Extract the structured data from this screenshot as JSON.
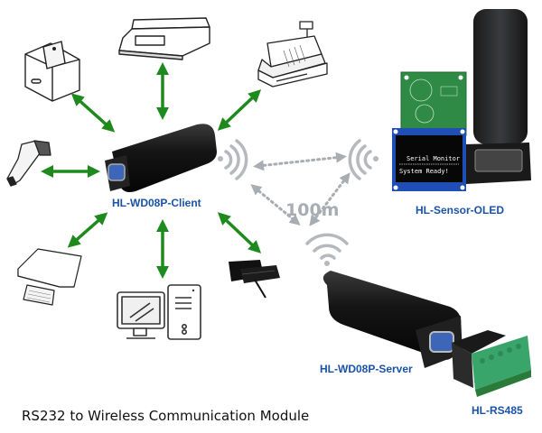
{
  "caption": "RS232 to Wireless Communication Module",
  "range_label": "100m",
  "colors": {
    "link_arrow": "#1e8a1e",
    "wireless_arrow": "#a8adb3",
    "label_text": "#1a53a8",
    "device_black": "#111111",
    "pcb_green": "#2f8a45",
    "oled_blue": "#1f4fb5",
    "terminal_green": "#3aa56a"
  },
  "devices": {
    "client": {
      "label": "HL-WD08P-Client",
      "icon": "usb-rs232-dongle"
    },
    "server": {
      "label": "HL-WD08P-Server",
      "icon": "usb-rs232-dongle"
    },
    "sensor_oled": {
      "label": "HL-Sensor-OLED",
      "icon": "sensor-board-with-oled",
      "screen_lines": [
        "Serial Monitor",
        "System Ready!"
      ]
    },
    "rs485": {
      "label": "HL-RS485",
      "icon": "rs485-terminal-adapter"
    }
  },
  "peripherals": [
    {
      "name": "receipt-printer",
      "icon": "printer-icon"
    },
    {
      "name": "digital-scale",
      "icon": "scale-icon"
    },
    {
      "name": "cash-register",
      "icon": "cash-register-icon"
    },
    {
      "name": "barcode-scanner",
      "icon": "barcode-scanner-icon"
    },
    {
      "name": "platform-scale",
      "icon": "platform-scale-icon"
    },
    {
      "name": "desktop-computer",
      "icon": "computer-icon"
    },
    {
      "name": "card-reader",
      "icon": "card-reader-icon"
    }
  ]
}
